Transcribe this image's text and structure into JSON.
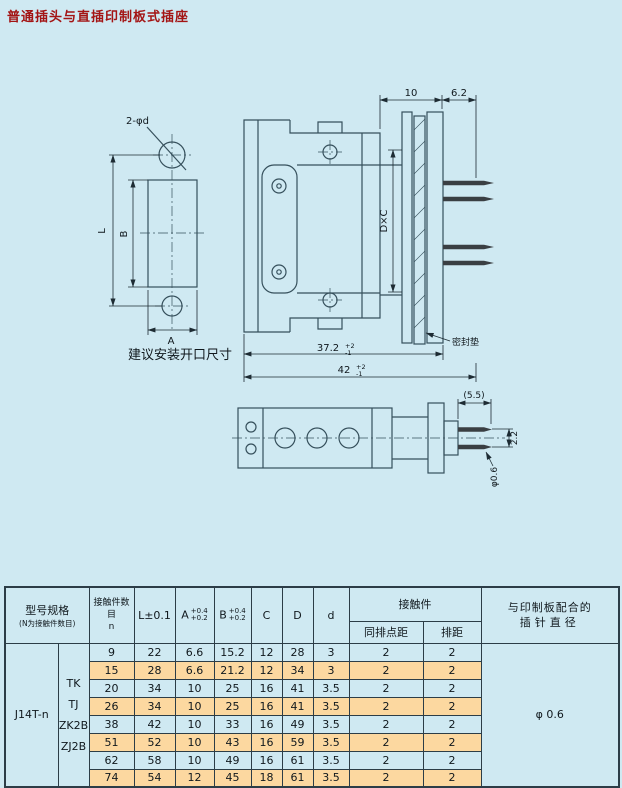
{
  "page": {
    "title": "普通插头与直插印制板式插座",
    "bg_color": "#cfe9f2",
    "title_color": "#a31414",
    "highlight_color": "#fcd8a0",
    "line_color": "#2c3d47"
  },
  "drawings": {
    "cutout": {
      "hole_callout": "2-φd",
      "dim_length": "L",
      "dim_inner": "B",
      "dim_width": "A",
      "caption": "建议安装开口尺寸"
    },
    "side_view": {
      "dim_depth": "10",
      "dim_protrusion": "6.2",
      "dim_face": "D×C",
      "dim_inner_length": "37.2",
      "dim_inner_tol_upper": "+2",
      "dim_inner_tol_lower": "-1",
      "dim_overall_length": "42",
      "dim_overall_tol_upper": "+2",
      "dim_overall_tol_lower": "-1",
      "gasket_label": "密封垫"
    },
    "top_view": {
      "dim_pin_length": "(5.5)",
      "dim_pin_pitch": "2.2",
      "pin_callout": "φ0.6"
    }
  },
  "table": {
    "header": {
      "model_spec_line1": "型号规格",
      "model_spec_line2": "(N为接触件数目)",
      "contacts_count_line1": "接触件数目",
      "contacts_count_line2": "n",
      "col_L": "L±0.1",
      "col_A_label": "A",
      "col_A_tol_top": "+0.4",
      "col_A_tol_bottom": "+0.2",
      "col_B_label": "B",
      "col_B_tol_top": "+0.4",
      "col_B_tol_bottom": "+0.2",
      "col_C": "C",
      "col_D": "D",
      "col_d": "d",
      "contacts_group": "接触件",
      "col_row_pitch": "同排点距",
      "col_line_pitch": "排距",
      "pcb_col_line1": "与印制板配合的",
      "pcb_col_line2": "插针直径"
    },
    "model": "J14T-n",
    "variants": [
      "TK",
      "TJ",
      "ZK2B",
      "ZJ2B"
    ],
    "pin_diameter": "φ 0.6",
    "rows": [
      {
        "n": "9",
        "L": "22",
        "A": "6.6",
        "B": "15.2",
        "C": "12",
        "D": "28",
        "d": "3",
        "p1": "2",
        "p2": "2",
        "highlight": false
      },
      {
        "n": "15",
        "L": "28",
        "A": "6.6",
        "B": "21.2",
        "C": "12",
        "D": "34",
        "d": "3",
        "p1": "2",
        "p2": "2",
        "highlight": true
      },
      {
        "n": "20",
        "L": "34",
        "A": "10",
        "B": "25",
        "C": "16",
        "D": "41",
        "d": "3.5",
        "p1": "2",
        "p2": "2",
        "highlight": false
      },
      {
        "n": "26",
        "L": "34",
        "A": "10",
        "B": "25",
        "C": "16",
        "D": "41",
        "d": "3.5",
        "p1": "2",
        "p2": "2",
        "highlight": true
      },
      {
        "n": "38",
        "L": "42",
        "A": "10",
        "B": "33",
        "C": "16",
        "D": "49",
        "d": "3.5",
        "p1": "2",
        "p2": "2",
        "highlight": false
      },
      {
        "n": "51",
        "L": "52",
        "A": "10",
        "B": "43",
        "C": "16",
        "D": "59",
        "d": "3.5",
        "p1": "2",
        "p2": "2",
        "highlight": true
      },
      {
        "n": "62",
        "L": "58",
        "A": "10",
        "B": "49",
        "C": "16",
        "D": "61",
        "d": "3.5",
        "p1": "2",
        "p2": "2",
        "highlight": false
      },
      {
        "n": "74",
        "L": "54",
        "A": "12",
        "B": "45",
        "C": "18",
        "D": "61",
        "d": "3.5",
        "p1": "2",
        "p2": "2",
        "highlight": true
      }
    ]
  }
}
